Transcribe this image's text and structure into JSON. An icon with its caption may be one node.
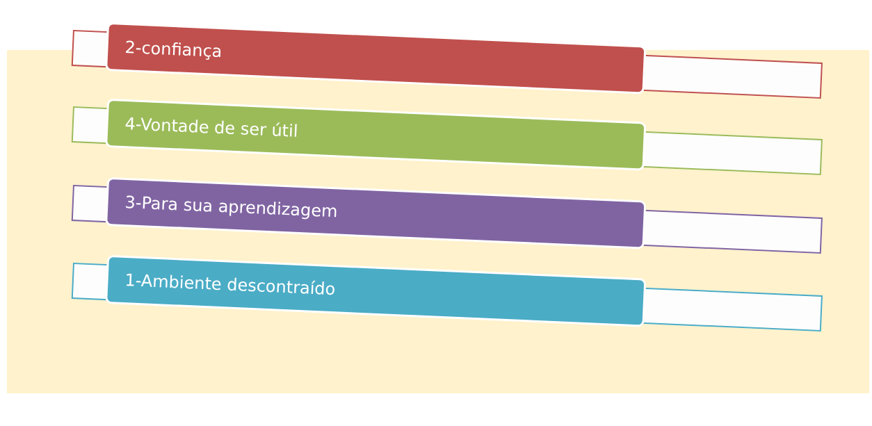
{
  "diagram": {
    "nodes": [
      {
        "text": [
          "2-confiança"
        ]
      },
      {
        "text": [
          "4-Vontade de ser útil"
        ]
      },
      {
        "text": [
          "3-Para sua aprendizagem"
        ]
      },
      {
        "text": [
          "1-Ambiente descontraído"
        ]
      }
    ]
  }
}
